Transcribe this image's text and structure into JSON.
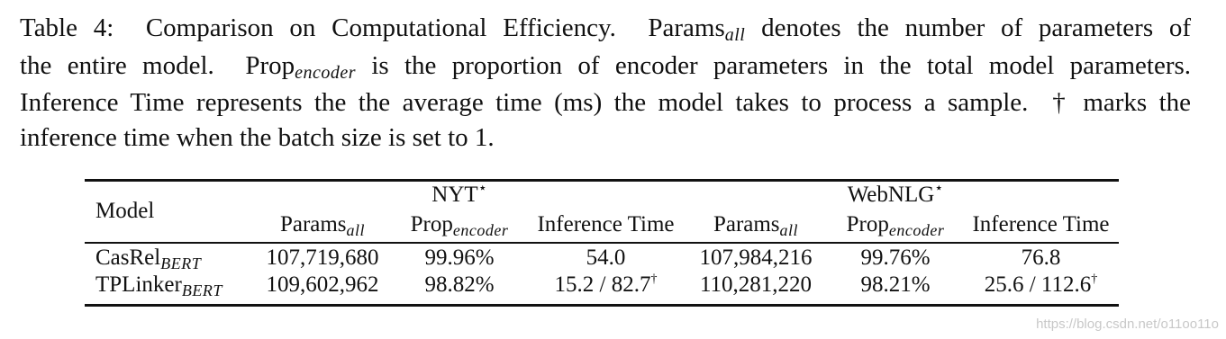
{
  "caption": {
    "label": "Table 4:",
    "title": "Comparison on Computational Efficiency.",
    "params_word": "Params",
    "params_sub": "all",
    "params_desc": "denotes the number of parameters of",
    "line2_start": "the entire model.",
    "prop_word": "Prop",
    "prop_sub": "encoder",
    "prop_desc": "is the proportion of encoder parameters in the total model parameters.",
    "line3": "Inference Time represents the the average time (ms) the model takes to process a sample.",
    "dagger": "†",
    "line3_end": "marks the",
    "line4": "inference time when the batch size is set to 1."
  },
  "table": {
    "model_header": "Model",
    "groups": [
      {
        "name": "NYT",
        "star": "⋆"
      },
      {
        "name": "WebNLG",
        "star": "⋆"
      }
    ],
    "subheaders": [
      {
        "word": "Params",
        "sub": "all"
      },
      {
        "word": "Prop",
        "sub": "encoder"
      },
      {
        "word": "Inference Time",
        "sub": ""
      },
      {
        "word": "Params",
        "sub": "all"
      },
      {
        "word": "Prop",
        "sub": "encoder"
      },
      {
        "word": "Inference Time",
        "sub": ""
      }
    ],
    "rows": [
      {
        "model": "CasRel",
        "model_sub": "BERT",
        "cells": [
          "107,719,680",
          "99.96%",
          "54.0",
          "107,984,216",
          "99.76%",
          "76.8"
        ],
        "marks": [
          "",
          "",
          "",
          "",
          "",
          ""
        ]
      },
      {
        "model": "TPLinker",
        "model_sub": "BERT",
        "cells": [
          "109,602,962",
          "98.82%",
          "15.2 / 82.7",
          "110,281,220",
          "98.21%",
          "25.6 / 112.6"
        ],
        "marks": [
          "",
          "",
          "†",
          "",
          "",
          "†"
        ]
      }
    ]
  },
  "watermark": "https://blog.csdn.net/o11oo11o"
}
